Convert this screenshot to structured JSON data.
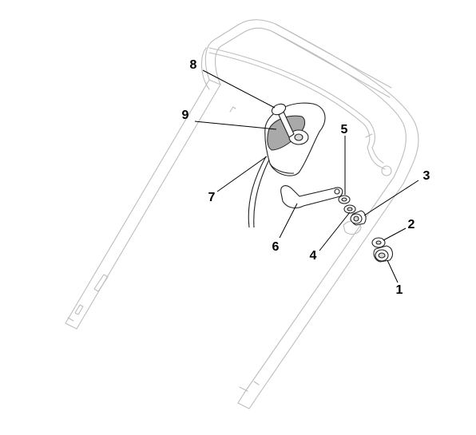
{
  "diagram": {
    "callouts": [
      {
        "id": "c8",
        "label": "8"
      },
      {
        "id": "c9",
        "label": "9"
      },
      {
        "id": "c7",
        "label": "7"
      },
      {
        "id": "c5",
        "label": "5"
      },
      {
        "id": "c3",
        "label": "3"
      },
      {
        "id": "c2",
        "label": "2"
      },
      {
        "id": "c4",
        "label": "4"
      },
      {
        "id": "c6",
        "label": "6"
      },
      {
        "id": "c1",
        "label": "1"
      }
    ],
    "colors": {
      "frame_line": "#bdbdbd",
      "part_outline": "#222222",
      "label_plate": "#a9a9a9",
      "callout_text": "#000000"
    }
  }
}
